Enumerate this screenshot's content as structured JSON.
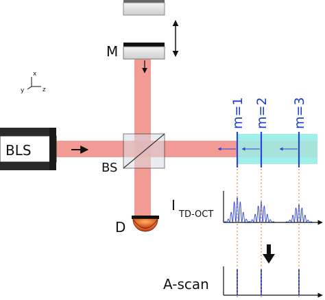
{
  "labels": {
    "mirror": "M",
    "source": "BLS",
    "beam_splitter": "BS",
    "detector": "D",
    "intensity_symbol": "I",
    "intensity_subscript": "TD-OCT",
    "ascan": "A-scan"
  },
  "axes": {
    "x": "x",
    "y": "y",
    "z": "z"
  },
  "sample_layers": [
    {
      "label": "m=1",
      "peak_height": 1.0
    },
    {
      "label": "m=2",
      "peak_height": 0.8
    },
    {
      "label": "m=3",
      "peak_height": 0.7
    }
  ],
  "colors": {
    "beam": "#f08a82",
    "sample": "#9ff0e8",
    "layer_line": "#2b44d4",
    "guide_line": "#e08a4a",
    "detector": "#e0601a"
  }
}
